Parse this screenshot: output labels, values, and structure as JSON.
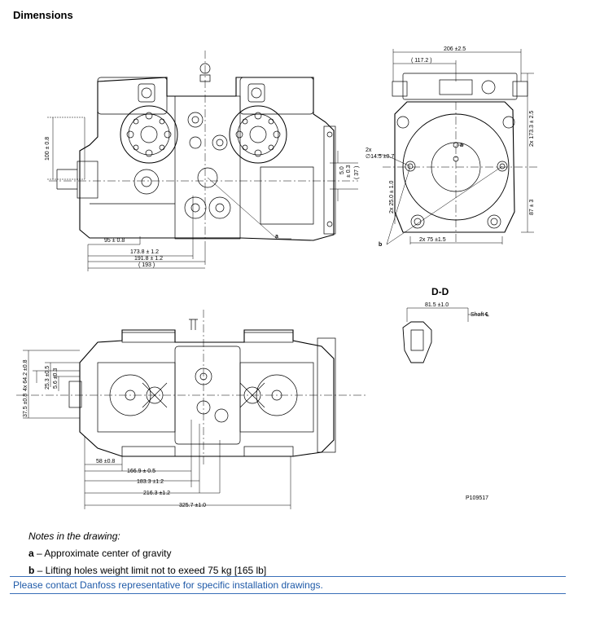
{
  "heading": "Dimensions",
  "front_view": {
    "dims": {
      "h100": "100 ± 0.8",
      "d95": "95 ± 0.8",
      "d173": "173.8 ± 1.2",
      "d191": "191.8 ± 1.2",
      "d193": "( 193 )",
      "v5": "5.0",
      "v03": "± 0.3",
      "v37": "( 37 )",
      "label_a": "a"
    }
  },
  "side_view": {
    "dims": {
      "w206": "206 ±2.5",
      "w117": "( 117.2 )",
      "h173": "2x 173.3 ± 2.5",
      "h87": "87 ± 3",
      "h25": "2x 25.0 ± 1.0",
      "w75": "2x 75 ±1.5",
      "hole_a": "2x",
      "hole_b": "∅14.5 ±0.7",
      "label_a": "a",
      "label_b": "b"
    }
  },
  "top_view": {
    "dims": {
      "h4x": "4x 64.2 ±0.8",
      "h37": "37.5 ±0.8",
      "h25": "25.3 ±0.5",
      "h56": "5.6 ±0.3",
      "d58": "58 ±0.8",
      "d166": "166.9 ± 0.5",
      "d183": "183.3 ±1.2",
      "d216": "216.3 ±1.2",
      "d325": "325.7 ±1.0"
    }
  },
  "section": {
    "title": "D-D",
    "d81": "81.5 ±1.0",
    "shaft": "Shaft ℄"
  },
  "part_number": "P109517",
  "notes": {
    "title": "Notes in the drawing:",
    "items": [
      {
        "key": "a",
        "text": " – Approximate center of gravity"
      },
      {
        "key": "b",
        "text": " – Lifting holes weight limit not to exeed 75 kg [165 lb]"
      }
    ]
  },
  "footer": "Please contact Danfoss representative for specific installation drawings.",
  "colors": {
    "accent": "#1f5aa8",
    "rule": "#3a6fb8"
  }
}
